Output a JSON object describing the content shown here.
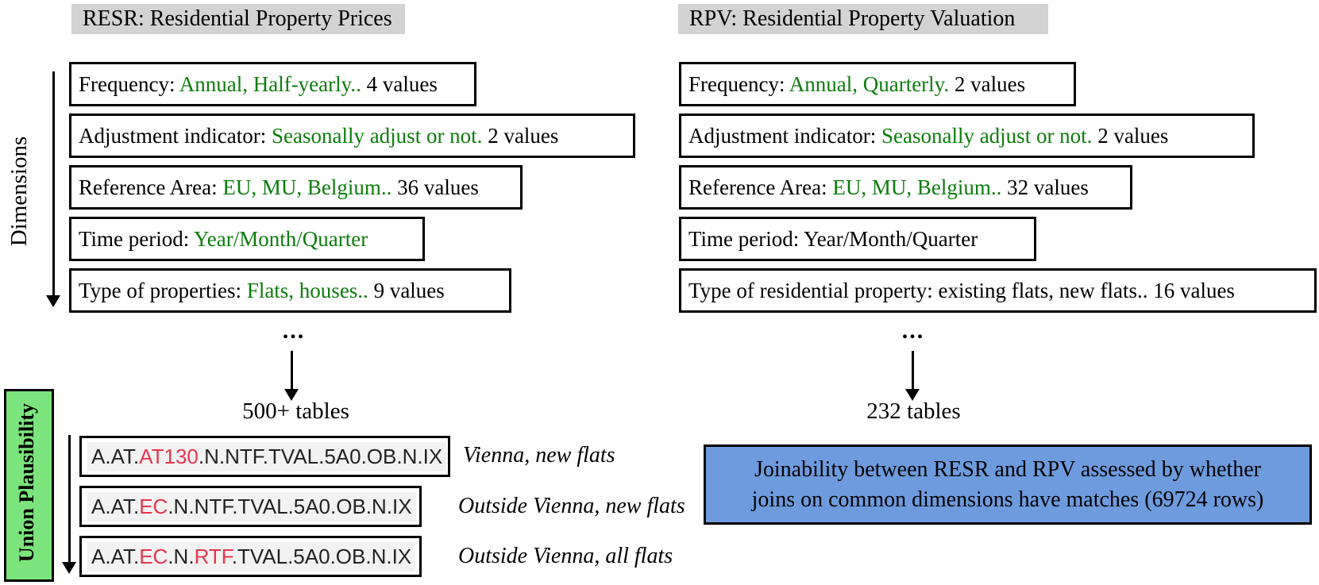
{
  "colors": {
    "green_text": "#0b7d0b",
    "red_code": "#e8344f",
    "header_gray": "#d3d3d3",
    "box_green": "#7ce47c",
    "box_blue": "#6e9bde",
    "code_bg": "#f2f2f2"
  },
  "left_panel": {
    "header": "RESR: Residential Property Prices",
    "side_label": "Dimensions",
    "boxes": [
      {
        "prefix": "Frequency: ",
        "highlight": "Annual, Half-yearly..",
        "suffix": " 4 values"
      },
      {
        "prefix": "Adjustment indicator: ",
        "highlight": "Seasonally adjust or not.",
        "suffix": " 2 values"
      },
      {
        "prefix": "Reference Area: ",
        "highlight": "EU, MU, Belgium..",
        "suffix": " 36 values"
      },
      {
        "prefix": "Time period: ",
        "highlight": "Year/Month/Quarter",
        "suffix": ""
      },
      {
        "prefix": "Type of properties: ",
        "highlight": "Flats, houses..",
        "suffix": " 9 values"
      }
    ],
    "ellipsis": "...",
    "tables_count": "500+ tables"
  },
  "right_panel": {
    "header": "RPV: Residential Property Valuation",
    "boxes": [
      {
        "prefix": "Frequency: ",
        "highlight": "Annual, Quarterly.",
        "suffix": " 2 values"
      },
      {
        "prefix": "Adjustment indicator: ",
        "highlight": "Seasonally adjust or not.",
        "suffix": " 2 values"
      },
      {
        "prefix": "Reference Area: ",
        "highlight": "EU, MU, Belgium..",
        "suffix": " 32 values"
      },
      {
        "prefix": "Time period: Year/Month/Quarter",
        "highlight": "",
        "suffix": ""
      },
      {
        "prefix": "Type of residential property: existing flats, new flats.. 16 values",
        "highlight": "",
        "suffix": ""
      }
    ],
    "ellipsis": "...",
    "tables_count": "232 tables",
    "joinability_note": "Joinability between RESR and RPV assessed by whether joins on common dimensions have matches (69724 rows)"
  },
  "union_section": {
    "side_label": "Union Plausibility",
    "tables": [
      {
        "pre": "A.AT.",
        "red1": "AT130",
        "mid": ".N.NTF.TVAL.5A0.OB.N.IX",
        "red2": "",
        "post": "",
        "annotation": "Vienna, new flats"
      },
      {
        "pre": "A.AT.",
        "red1": "EC",
        "mid": ".N.NTF.TVAL.5A0.OB.N.IX",
        "red2": "",
        "post": "",
        "annotation": "Outside Vienna, new flats"
      },
      {
        "pre": "A.AT.",
        "red1": "EC",
        "mid": ".N.",
        "red2": "RTF",
        "post": ".TVAL.5A0.OB.N.IX",
        "annotation": "Outside Vienna, all flats"
      }
    ]
  }
}
